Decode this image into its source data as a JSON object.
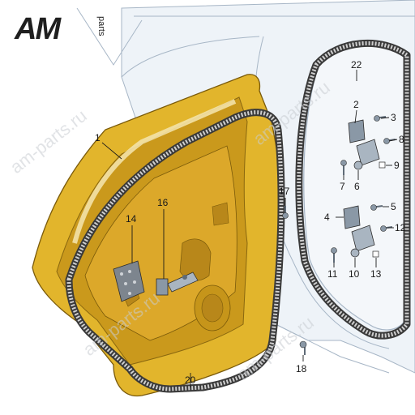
{
  "logo": {
    "main": "AM",
    "side": "parts"
  },
  "watermark": {
    "text": "am-parts.ru"
  },
  "callouts": {
    "c1": "1",
    "c2": "2",
    "c3": "3",
    "c4": "4",
    "c5": "5",
    "c6": "6",
    "c7": "7",
    "c8": "8",
    "c9": "9",
    "c10": "10",
    "c11": "11",
    "c12": "12",
    "c13": "13",
    "c14": "14",
    "c16": "16",
    "c17": "17",
    "c18": "18",
    "c20": "20",
    "c22": "22"
  },
  "colors": {
    "door_panel": "#e2b52c",
    "door_shadow": "#c6951a",
    "body_fill": "#eef3f8",
    "body_line": "#a7b6c6",
    "gasket": "#3a3a3a",
    "logo": "#1f1f1f",
    "hardware": "#8a98a6"
  }
}
